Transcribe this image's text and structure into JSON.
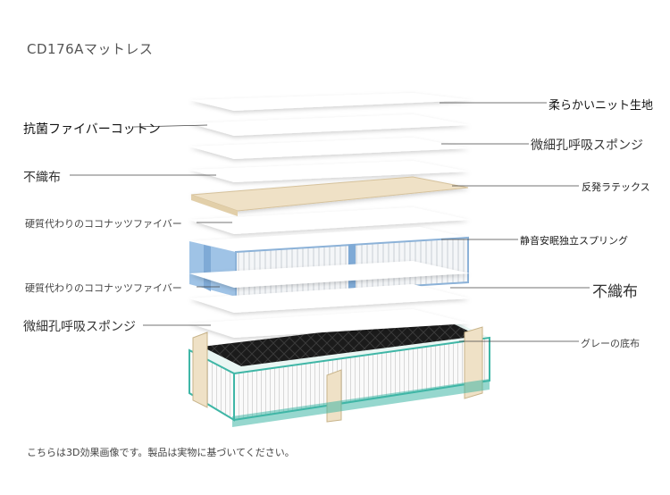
{
  "title": "CD176Aマットレス",
  "footnote": "こちらは3D効果画像です。製品は実物に基づいてください。",
  "layers_left": [
    {
      "label": "抗菌ファイバーコットン"
    },
    {
      "label": "不織布"
    },
    {
      "label": "硬質代わりのココナッツファイバー"
    },
    {
      "label": "硬質代わりのココナッツファイバー"
    },
    {
      "label": "微細孔呼吸スポンジ"
    }
  ],
  "layers_right": [
    {
      "label": "柔らかいニット生地"
    },
    {
      "label": "微細孔呼吸スポンジ"
    },
    {
      "label": "反発ラテックス"
    },
    {
      "label": "静音安眠独立スプリング"
    },
    {
      "label": "不織布"
    },
    {
      "label": "グレーの底布"
    }
  ],
  "colors": {
    "sheet": "#ffffff",
    "latex": "#efe1c6",
    "spring_blue": "#9fc3e6",
    "teal_trim": "#3fb6a6",
    "base_fabric": "#1c1c1c"
  }
}
